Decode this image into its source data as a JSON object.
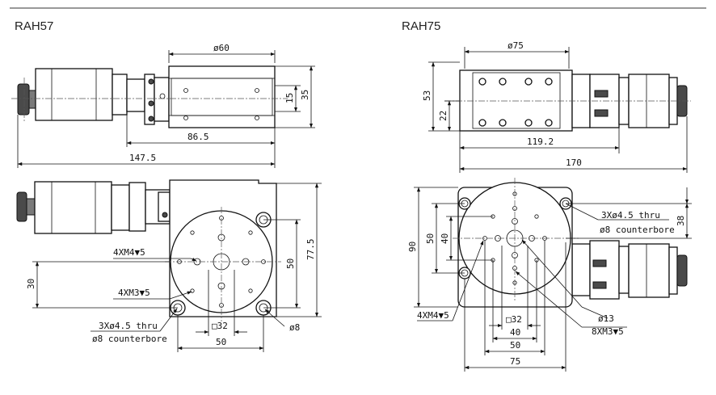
{
  "models": {
    "left": {
      "title": "RAH57"
    },
    "right": {
      "title": "RAH75"
    }
  },
  "dims": {
    "l_phi60": "ø60",
    "l_35": "35",
    "l_15": "15",
    "l_86_5": "86.5",
    "l_147_5": "147.5",
    "l_50_v": "50",
    "l_77_5": "77.5",
    "l_4xm4": "4XM4▼5",
    "l_4xm3": "4XM3▼5",
    "l_30": "30",
    "l_3x_thru": "3Xø4.5 thru",
    "l_cbore": "ø8 counterbore",
    "l_sq32": "□32",
    "l_50_h": "50",
    "l_phi8": "ø8",
    "r_phi75": "ø75",
    "r_53": "53",
    "r_22": "22",
    "r_119_2": "119.2",
    "r_170": "170",
    "r_3x_thru": "3Xø4.5 thru",
    "r_cbore": "ø8 counterbore",
    "r_38": "38",
    "r_90": "90",
    "r_50_v": "50",
    "r_40_v": "40",
    "r_4xm4": "4XM4▼5",
    "r_sq32": "□32",
    "r_40_h": "40",
    "r_50_h": "50",
    "r_75": "75",
    "r_phi13": "ø13",
    "r_8xm3": "8XM3▼5"
  }
}
